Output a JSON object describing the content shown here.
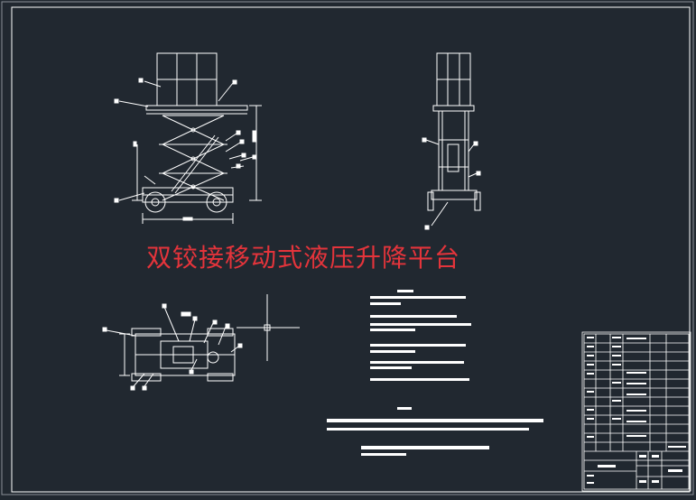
{
  "drawing": {
    "title": "双铰接移动式液压升降平台",
    "title_color": "#e4343b",
    "background": "#212830",
    "line_color": "#ffffff",
    "views": [
      "front-elevation",
      "side-elevation",
      "plan-view"
    ],
    "crosshair_cursor": true,
    "notes_block": true,
    "title_block": true
  }
}
